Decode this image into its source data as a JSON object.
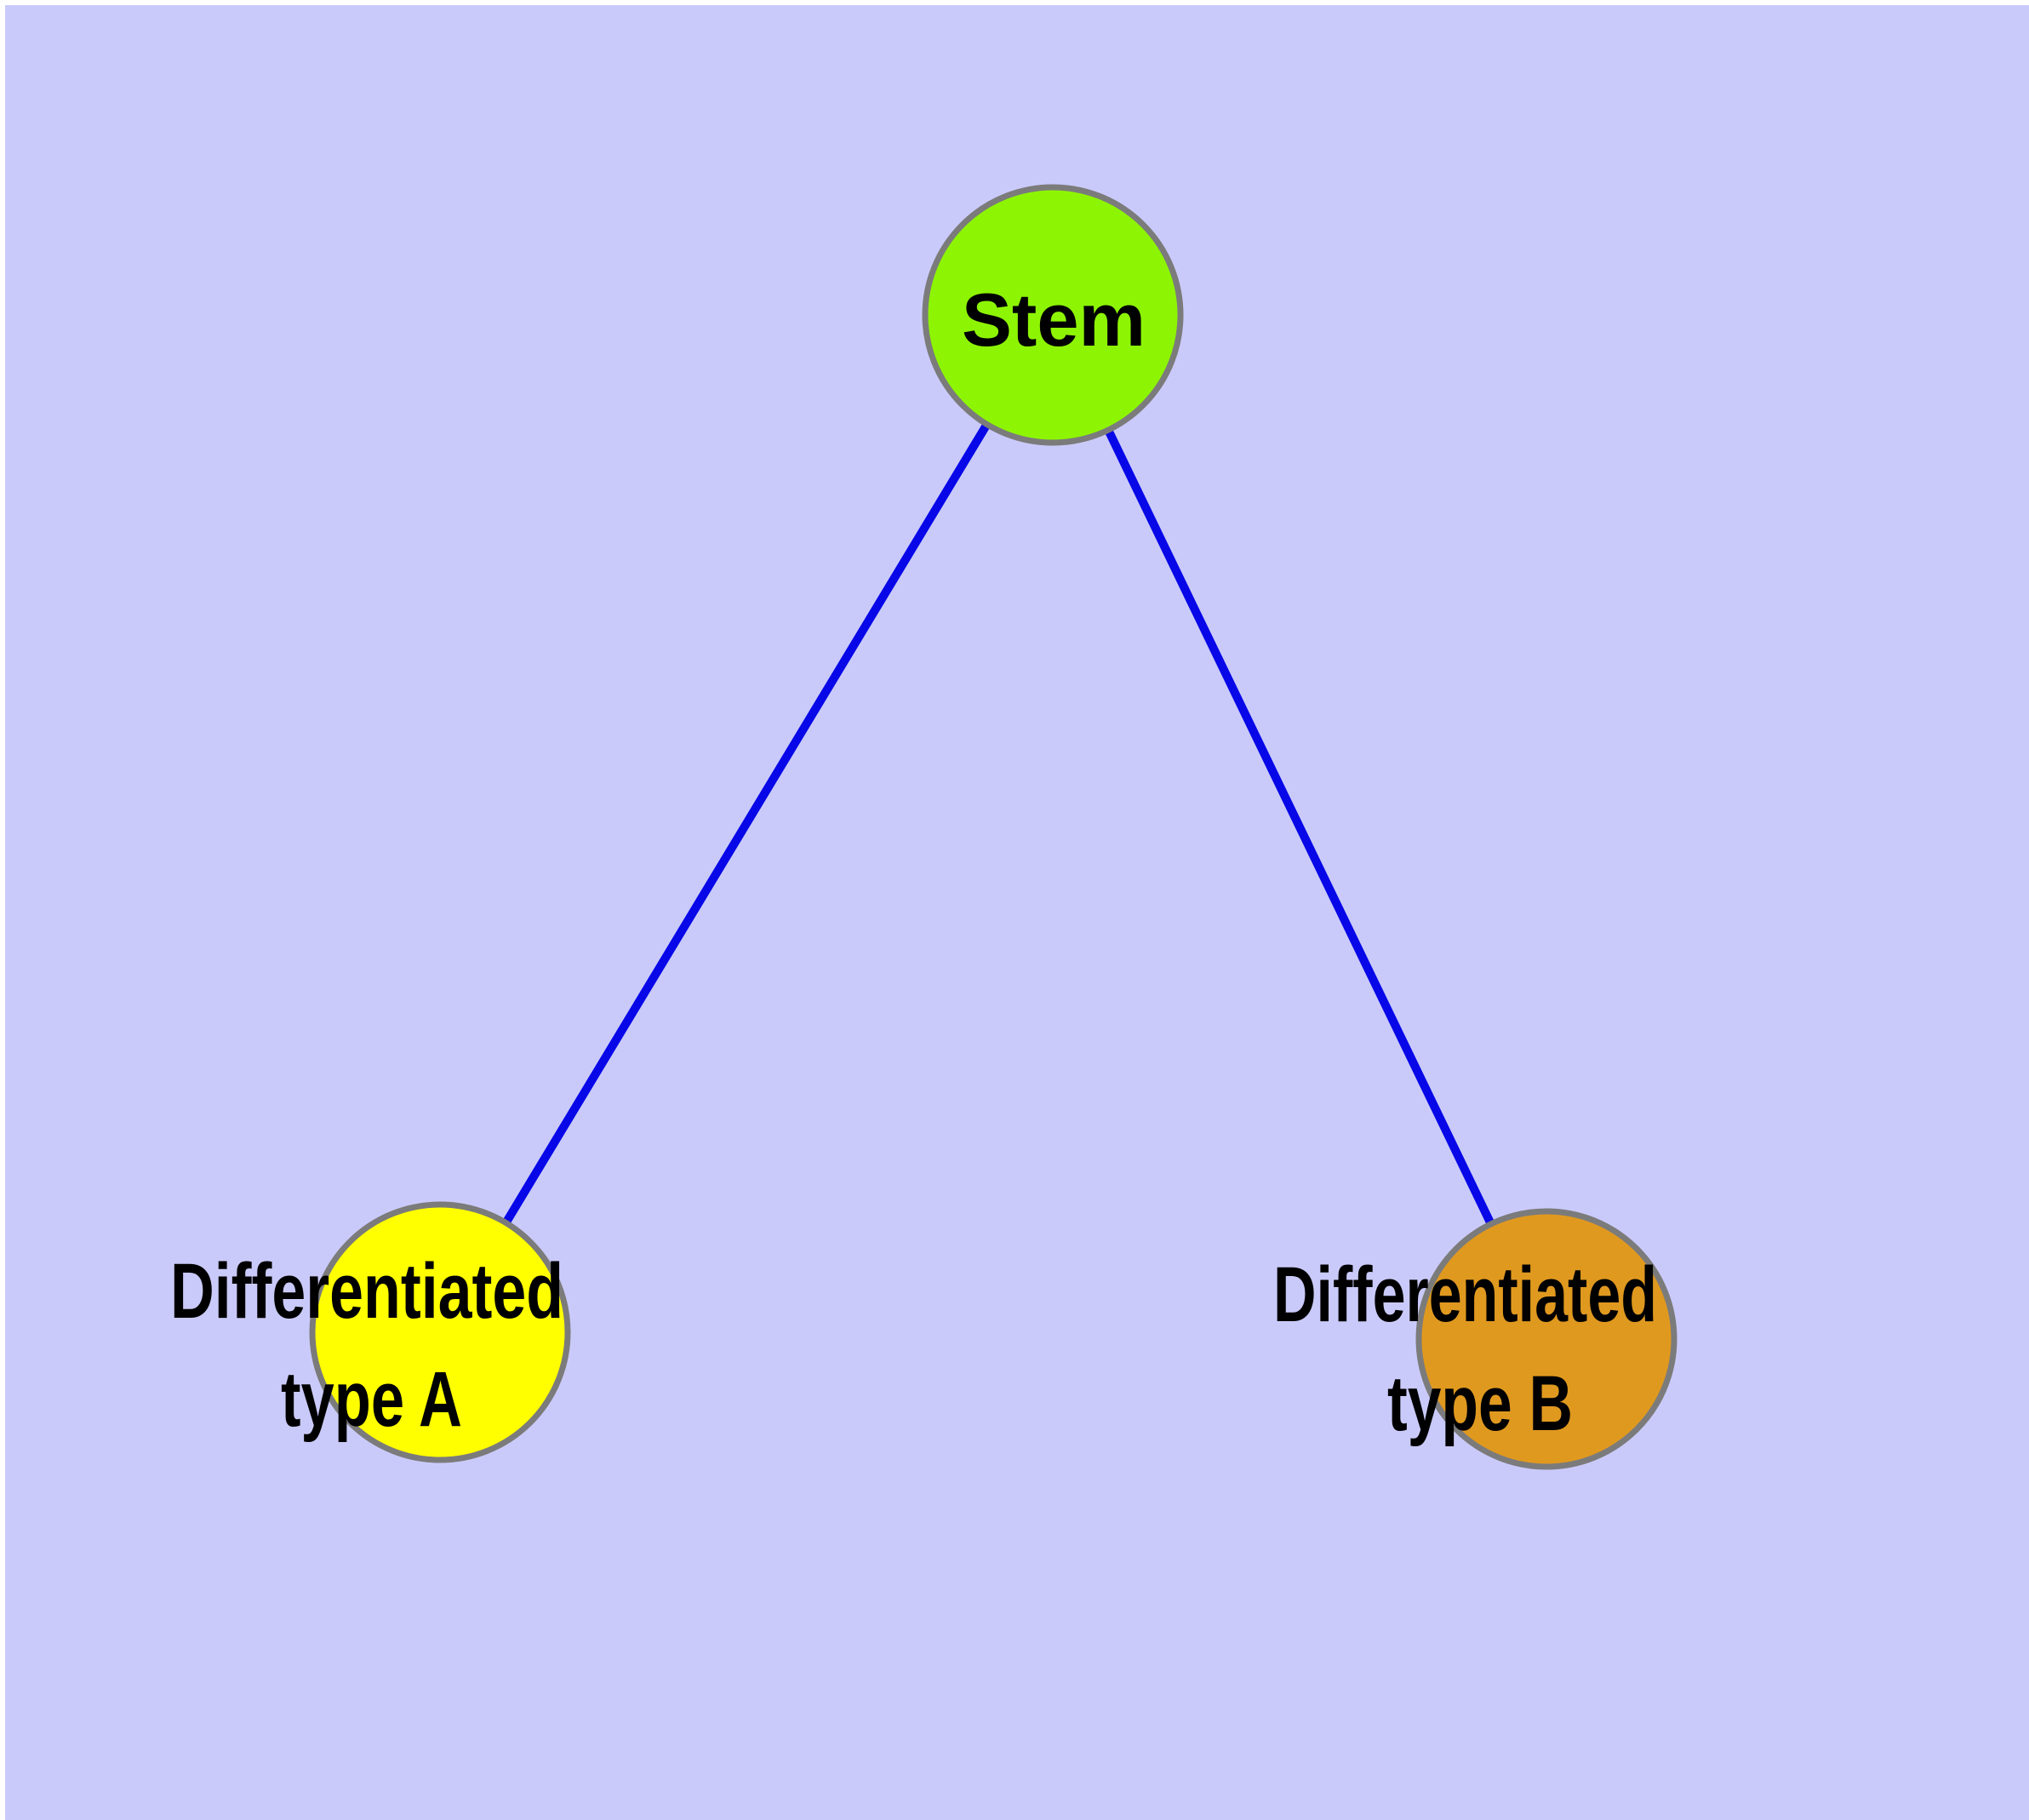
{
  "diagram": {
    "title": "Stem cell differentiation graph",
    "background_color": "#CACAFA",
    "margin_color": "#FFFFFF",
    "edge_color": "#0707E8",
    "node_border_color": "#7B7B7B",
    "label_color": "#000000",
    "nodes": [
      {
        "id": "stem",
        "label": "Stem",
        "label_lines": [
          "Stem"
        ],
        "fill": "#8DF504"
      },
      {
        "id": "differentiated-type-a",
        "label": "Differentiated type A",
        "label_lines": [
          "Differentiated",
          "type A"
        ],
        "fill": "#FFFF00"
      },
      {
        "id": "differentiated-type-b",
        "label": "Differentiated type B",
        "label_lines": [
          "Differentiated",
          "type B"
        ],
        "fill": "#E0991F"
      }
    ],
    "edges": [
      {
        "from": "Stem",
        "to": "Differentiated type A"
      },
      {
        "from": "Stem",
        "to": "Differentiated type B"
      }
    ]
  }
}
